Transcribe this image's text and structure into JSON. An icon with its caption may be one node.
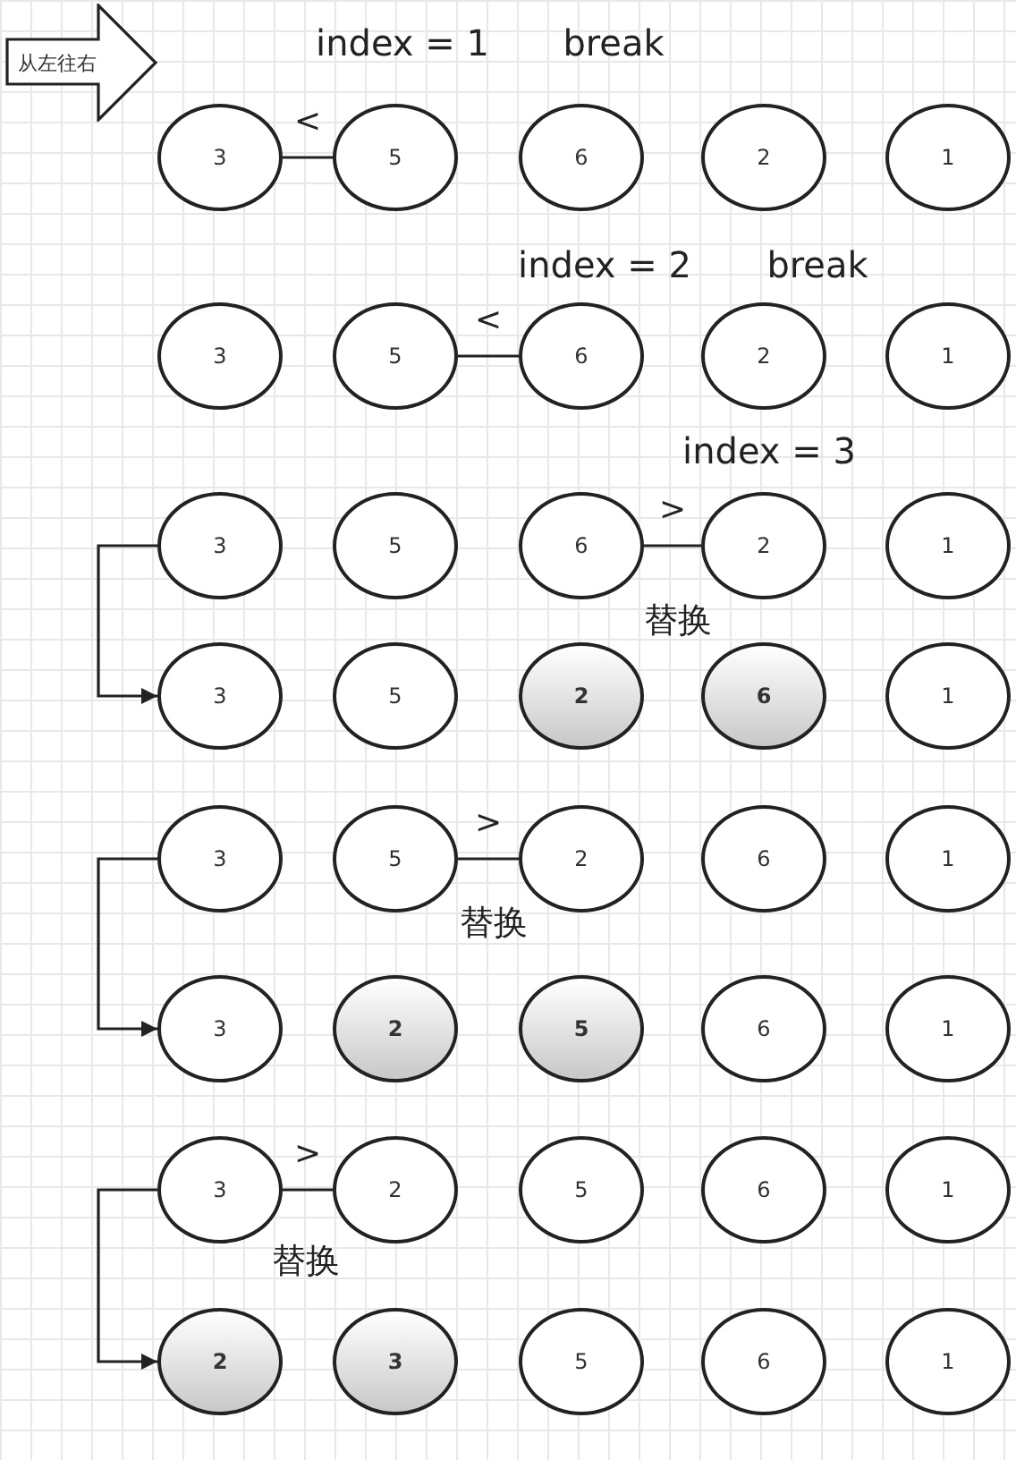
{
  "diagram": {
    "nodes": [
      {
        "text": [
          "从左往右"
        ]
      },
      {
        "text": [
          "3"
        ]
      },
      {
        "text": [
          "5"
        ]
      },
      {
        "text": [
          "6"
        ]
      },
      {
        "text": [
          "2"
        ]
      },
      {
        "text": [
          "1"
        ]
      },
      {
        "text": [
          "3"
        ]
      },
      {
        "text": [
          "5"
        ]
      },
      {
        "text": [
          "6"
        ]
      },
      {
        "text": [
          "2"
        ]
      },
      {
        "text": [
          "1"
        ]
      },
      {
        "text": [
          "3"
        ]
      },
      {
        "text": [
          "5"
        ]
      },
      {
        "text": [
          "6"
        ]
      },
      {
        "text": [
          "2"
        ]
      },
      {
        "text": [
          "1"
        ]
      },
      {
        "text": [
          "3"
        ]
      },
      {
        "text": [
          "5"
        ]
      },
      {
        "text": [
          "2"
        ]
      },
      {
        "text": [
          "6"
        ]
      },
      {
        "text": [
          "1"
        ]
      },
      {
        "text": [
          "3"
        ]
      },
      {
        "text": [
          "5"
        ]
      },
      {
        "text": [
          "2"
        ]
      },
      {
        "text": [
          "6"
        ]
      },
      {
        "text": [
          "1"
        ]
      },
      {
        "text": [
          "3"
        ]
      },
      {
        "text": [
          "2"
        ]
      },
      {
        "text": [
          "5"
        ]
      },
      {
        "text": [
          "6"
        ]
      },
      {
        "text": [
          "1"
        ]
      },
      {
        "text": [
          "3"
        ]
      },
      {
        "text": [
          "2"
        ]
      },
      {
        "text": [
          "5"
        ]
      },
      {
        "text": [
          "6"
        ]
      },
      {
        "text": [
          "1"
        ]
      },
      {
        "text": [
          "2"
        ]
      },
      {
        "text": [
          "3"
        ]
      },
      {
        "text": [
          "5"
        ]
      },
      {
        "text": [
          "6"
        ]
      },
      {
        "text": [
          "1"
        ]
      }
    ],
    "edges": [
      {
        "from": 1,
        "to": 2,
        "arrow": "none",
        "label": "<"
      },
      {
        "from": 7,
        "to": 8,
        "arrow": "none",
        "label": "<"
      },
      {
        "from": 13,
        "to": 14,
        "arrow": "none",
        "label": ">"
      },
      {
        "from": 11,
        "to": 16,
        "arrow": "to"
      },
      {
        "from": 22,
        "to": 23,
        "arrow": "none",
        "label": ">"
      },
      {
        "from": 21,
        "to": 26,
        "arrow": "to"
      },
      {
        "from": 31,
        "to": 32,
        "arrow": "none",
        "label": ">"
      },
      {
        "from": 31,
        "to": 36,
        "arrow": "to"
      }
    ],
    "labels": [
      "index = 1",
      "break",
      "index = 2",
      "break",
      "index = 3",
      "替换",
      "替换",
      "替换"
    ]
  }
}
